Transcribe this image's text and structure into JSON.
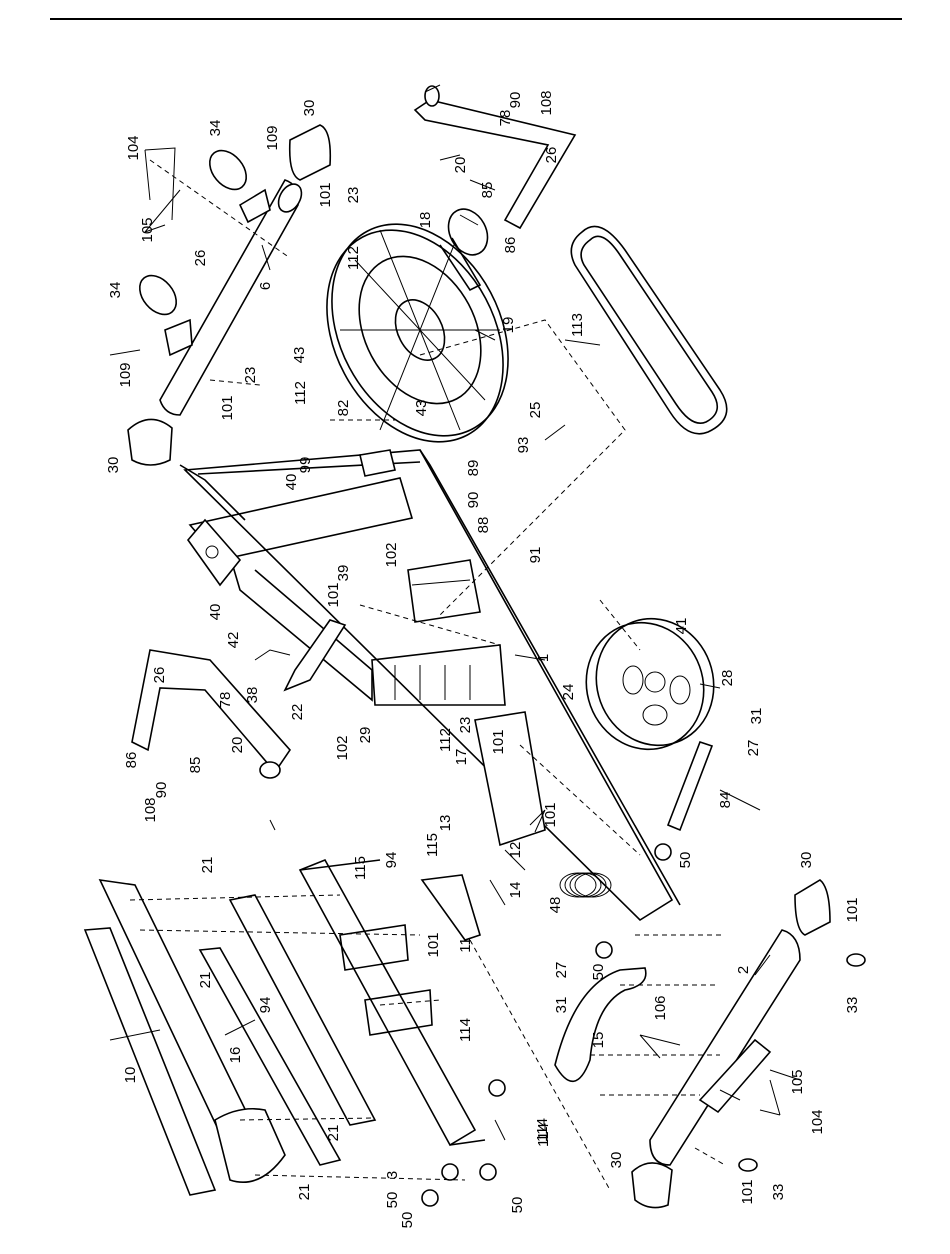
{
  "labels": [
    "104",
    "105",
    "34",
    "109",
    "30",
    "101",
    "23",
    "112",
    "26",
    "6",
    "34",
    "109",
    "101",
    "23",
    "112",
    "30",
    "43",
    "82",
    "43",
    "19",
    "18",
    "86",
    "20",
    "85",
    "78",
    "90",
    "108",
    "26",
    "113",
    "25",
    "93",
    "99",
    "40",
    "89",
    "90",
    "88",
    "102",
    "91",
    "39",
    "101",
    "40",
    "42",
    "26",
    "78",
    "86",
    "85",
    "90",
    "108",
    "20",
    "38",
    "22",
    "29",
    "102",
    "112",
    "23",
    "101",
    "1",
    "24",
    "41",
    "28",
    "31",
    "27",
    "84",
    "17",
    "13",
    "115",
    "94",
    "101",
    "12",
    "14",
    "50",
    "115",
    "21",
    "101",
    "11",
    "48",
    "21",
    "94",
    "16",
    "10",
    "114",
    "114",
    "27",
    "31",
    "50",
    "15",
    "106",
    "30",
    "2",
    "101",
    "33",
    "105",
    "104",
    "50",
    "30",
    "33",
    "101",
    "114",
    "21",
    "3",
    "21",
    "50",
    "50"
  ]
}
